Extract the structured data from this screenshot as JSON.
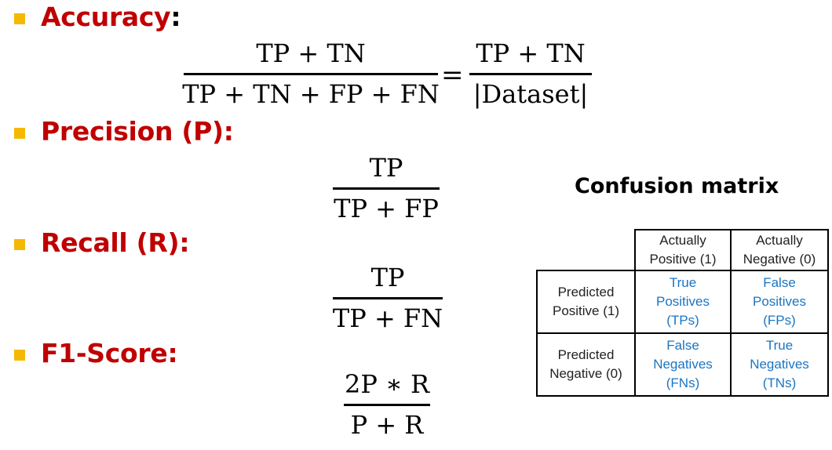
{
  "headings": {
    "accuracy": "Accuracy",
    "precision": "Precision (P)",
    "recall": "Recall (R)",
    "f1": "F1-Score",
    "colon": ":"
  },
  "formulas": {
    "accuracy_num": "TP + TN",
    "accuracy_den": "TP + TN + FP + FN",
    "equals": "=",
    "accuracy_num2": "TP + TN",
    "accuracy_den2": "|Dataset|",
    "precision_num": "TP",
    "precision_den": "TP + FP",
    "recall_num": "TP",
    "recall_den": "TP + FN",
    "f1_num": "2P ∗ R",
    "f1_den": "P + R"
  },
  "confusion_matrix": {
    "title": "Confusion matrix",
    "col_headers": [
      "Actually\nPositive (1)",
      "Actually\nNegative (0)"
    ],
    "row_headers": [
      "Predicted\nPositive (1)",
      "Predicted\nNegative (0)"
    ],
    "cells": [
      [
        "True\nPositives\n(TPs)",
        "False\nPositives\n(FPs)"
      ],
      [
        "False\nNegatives\n(FNs)",
        "True\nNegatives\n(TNs)"
      ]
    ]
  },
  "colors": {
    "heading": "#c00000",
    "bullet": "#f5b800",
    "cell_text": "#1a75c2"
  }
}
